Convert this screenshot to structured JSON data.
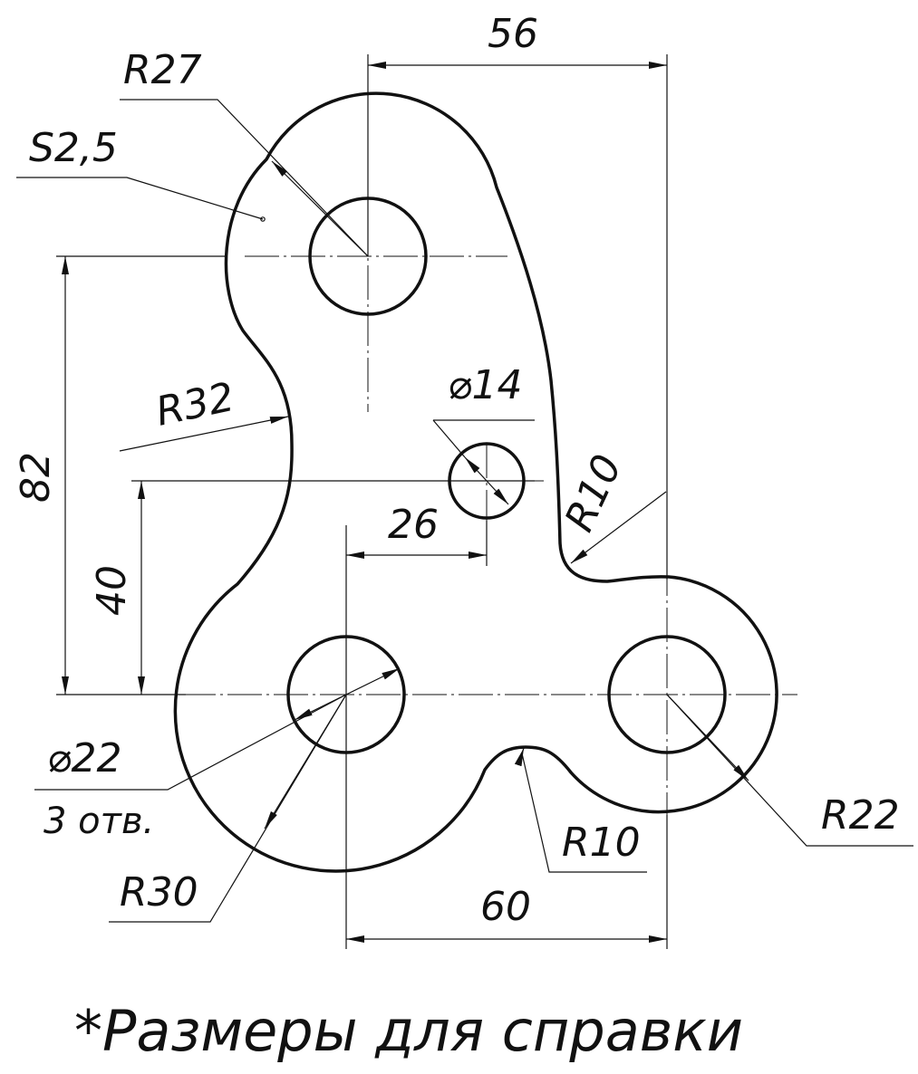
{
  "drawing": {
    "labels": {
      "r27": "R27",
      "s25": "S2,5",
      "d56": "56",
      "r32": "R32",
      "d14": "⌀14",
      "r10_top": "R10",
      "d82": "82",
      "d40": "40",
      "d26": "26",
      "d22": "⌀22",
      "holes": "3 отв.",
      "r30": "R30",
      "r10_bottom": "R10",
      "r22": "R22",
      "d60": "60"
    },
    "note": "*Размеры для справки"
  }
}
